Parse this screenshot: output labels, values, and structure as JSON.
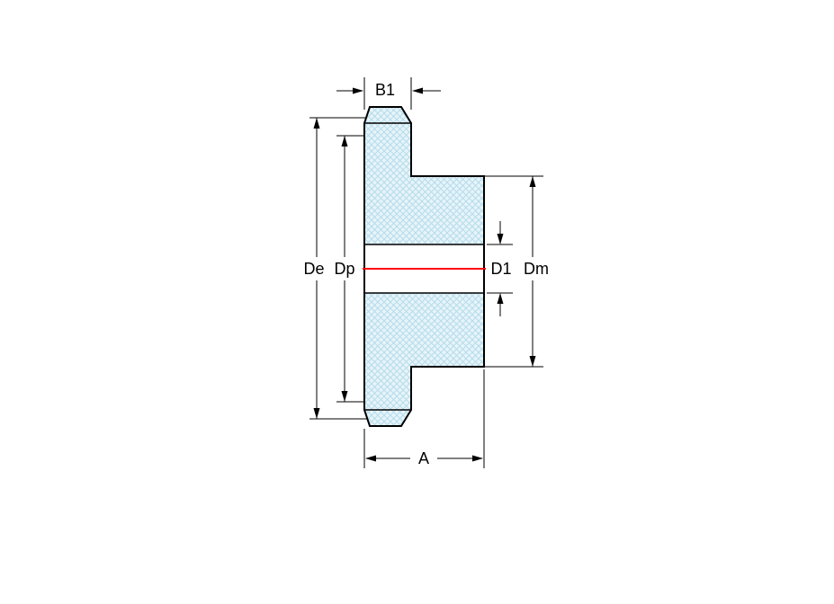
{
  "labels": {
    "b1": "B1",
    "de": "De",
    "dp": "Dp",
    "d1": "D1",
    "dm": "Dm",
    "a": "A"
  },
  "colors": {
    "background": "#ffffff",
    "outline": "#000000",
    "dimension_line": "#000000",
    "centerline": "#ff0000",
    "hatch_background": "#e7f4fa",
    "hatch_line": "#b5dcea"
  }
}
